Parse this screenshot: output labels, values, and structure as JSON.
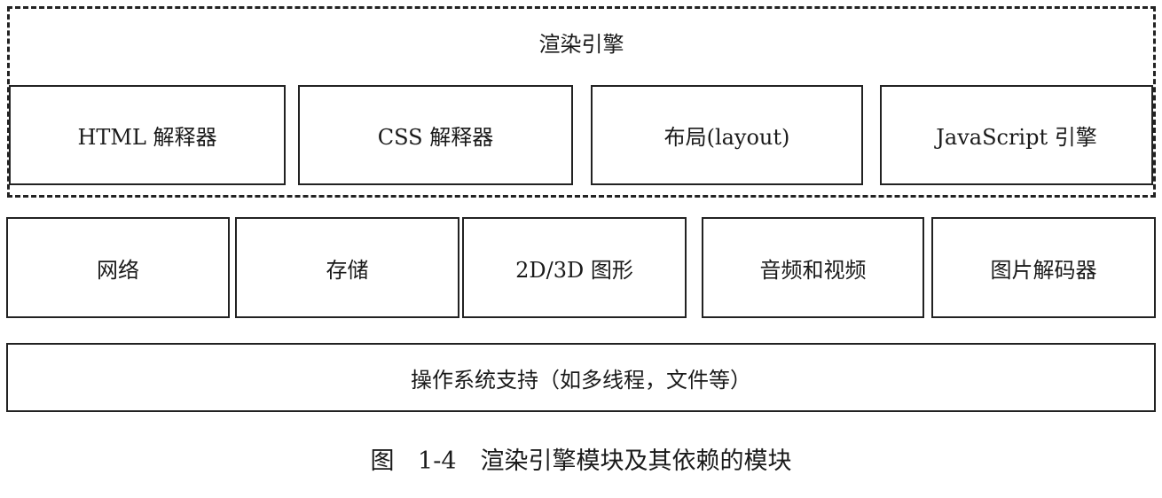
{
  "engine_group": {
    "title": "渲染引擎",
    "modules": [
      "HTML 解释器",
      "CSS 解释器",
      "布局(layout)",
      "JavaScript 引擎"
    ]
  },
  "dependency_row": [
    "网络",
    "存储",
    "2D/3D 图形",
    "音频和视频",
    "图片解码器"
  ],
  "os_layer": "操作系统支持（如多线程，文件等）",
  "caption": "图 1-4　渲染引擎模块及其依赖的模块"
}
